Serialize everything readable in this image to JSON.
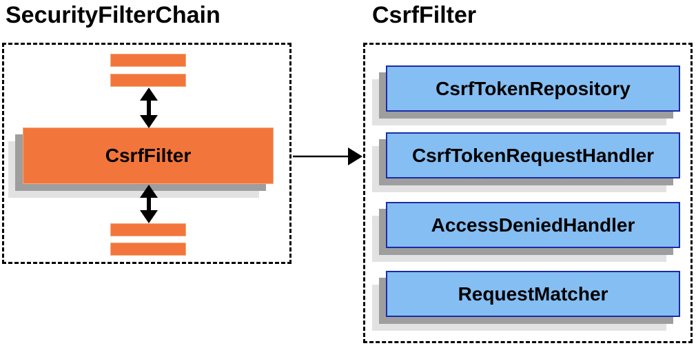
{
  "diagram": {
    "left_panel": {
      "title": "SecurityFilterChain",
      "filter_box_label": "CsrfFilter"
    },
    "right_panel": {
      "title": "CsrfFilter",
      "components": [
        {
          "label": "CsrfTokenRepository"
        },
        {
          "label": "CsrfTokenRequestHandler"
        },
        {
          "label": "AccessDeniedHandler"
        },
        {
          "label": "RequestMatcher"
        }
      ]
    },
    "colors": {
      "orange_fill": "#f2763b",
      "orange_border": "#f6a97c",
      "blue_fill": "#85bef2",
      "blue_border": "#1b2ba8",
      "shadow_dark": "#9e9e9e",
      "shadow_light": "#e2e2e2",
      "arrow": "#000000"
    }
  }
}
